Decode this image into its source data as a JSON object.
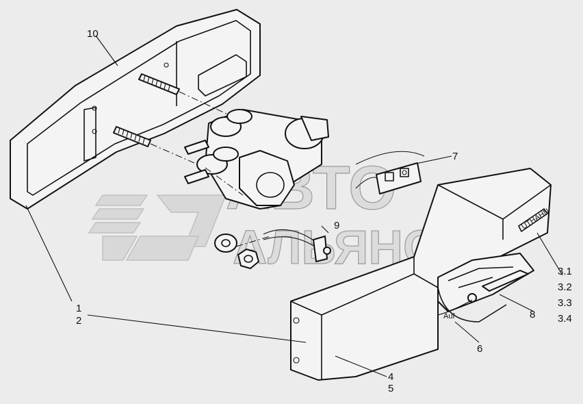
{
  "callouts": {
    "c10": "10",
    "c1": "1",
    "c2": "2",
    "c7": "7",
    "c9": "9",
    "c3_1": "3.1",
    "c3_2": "3.2",
    "c3_3": "3.3",
    "c3_4": "3.4",
    "c8": "8",
    "c6": "6",
    "c4": "4",
    "c5": "5"
  },
  "watermark": {
    "line1": "АВТО",
    "line2": "АЛЬЯНС"
  },
  "housing": {
    "mark": "UTHAHN"
  },
  "flap": {
    "auf": "Auf"
  }
}
